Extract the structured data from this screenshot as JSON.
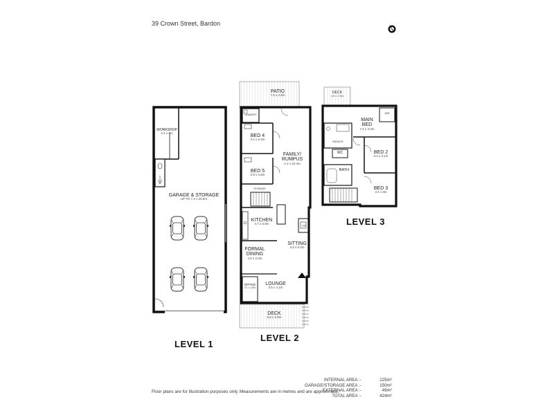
{
  "address": "39 Crown Street, Bardon",
  "compass": {
    "icon": "compass-north-icon"
  },
  "levels": {
    "level1": {
      "label": "LEVEL 1",
      "rooms": {
        "workshop": {
          "name": "WORKSHOP",
          "dims": "2.2 x 5m"
        },
        "garage": {
          "name": "GARAGE & STORAGE",
          "dims": "UP TO 7.2 x 20.8m"
        }
      }
    },
    "level2": {
      "label": "LEVEL 2",
      "rooms": {
        "patio": {
          "name": "PATIO",
          "dims": "7.5 x 2.6m"
        },
        "laundry": {
          "name": "LAUNDRY"
        },
        "bed4": {
          "name": "BED 4",
          "dims": "3.2 x 3.3m"
        },
        "family": {
          "name": "FAMILY/ RUMPUS",
          "dims": "4.1 x 10.4m"
        },
        "bed5": {
          "name": "BED 5",
          "dims": "2.8 x 2.6m"
        },
        "storage": {
          "name": "STORAGE"
        },
        "kitchen": {
          "name": "KITCHEN",
          "dims": "4.7 x 3.8m"
        },
        "fp": {
          "name": "FP"
        },
        "sitting": {
          "name": "SITTING",
          "dims": "3.3 x 6.4m"
        },
        "dining": {
          "name": "FORMAL DINING",
          "dims": "4.2 x 2.4m"
        },
        "office": {
          "name": "OFFICE",
          "dims": "3.1 x 1.8m"
        },
        "lounge": {
          "name": "LOUNGE",
          "dims": "3.5 x 4.1m"
        },
        "deck": {
          "name": "DECK",
          "dims": "6.6 x 2.6m"
        }
      }
    },
    "level3": {
      "label": "LEVEL 3",
      "rooms": {
        "deck": {
          "name": "DECK",
          "dims": "4.5 x 2.5m"
        },
        "main_bed": {
          "name": "MAIN BED",
          "dims": "7.2 x 3.4m"
        },
        "wir": {
          "name": "WIR"
        },
        "ensuite": {
          "name": "ENSUITE"
        },
        "bed2": {
          "name": "BED 2",
          "dims": "3.4 x 3.1m"
        },
        "wc": {
          "name": "WC"
        },
        "bath": {
          "name": "BATH"
        },
        "bed3": {
          "name": "BED 3",
          "dims": "3.4 x 3m"
        }
      }
    }
  },
  "disclaimer": "Floor plans are for illustration purposes only. Measurements are in metres and are approximate.",
  "areas": [
    {
      "label": "INTERNAL AREA :-",
      "value": "225m²"
    },
    {
      "label": "GARAGE/STORAGE AREA :-",
      "value": "150m²"
    },
    {
      "label": "EXTERNAL AREA :-",
      "value": "49m²"
    },
    {
      "label": "TOTAL AREA :-",
      "value": "424m²"
    }
  ]
}
